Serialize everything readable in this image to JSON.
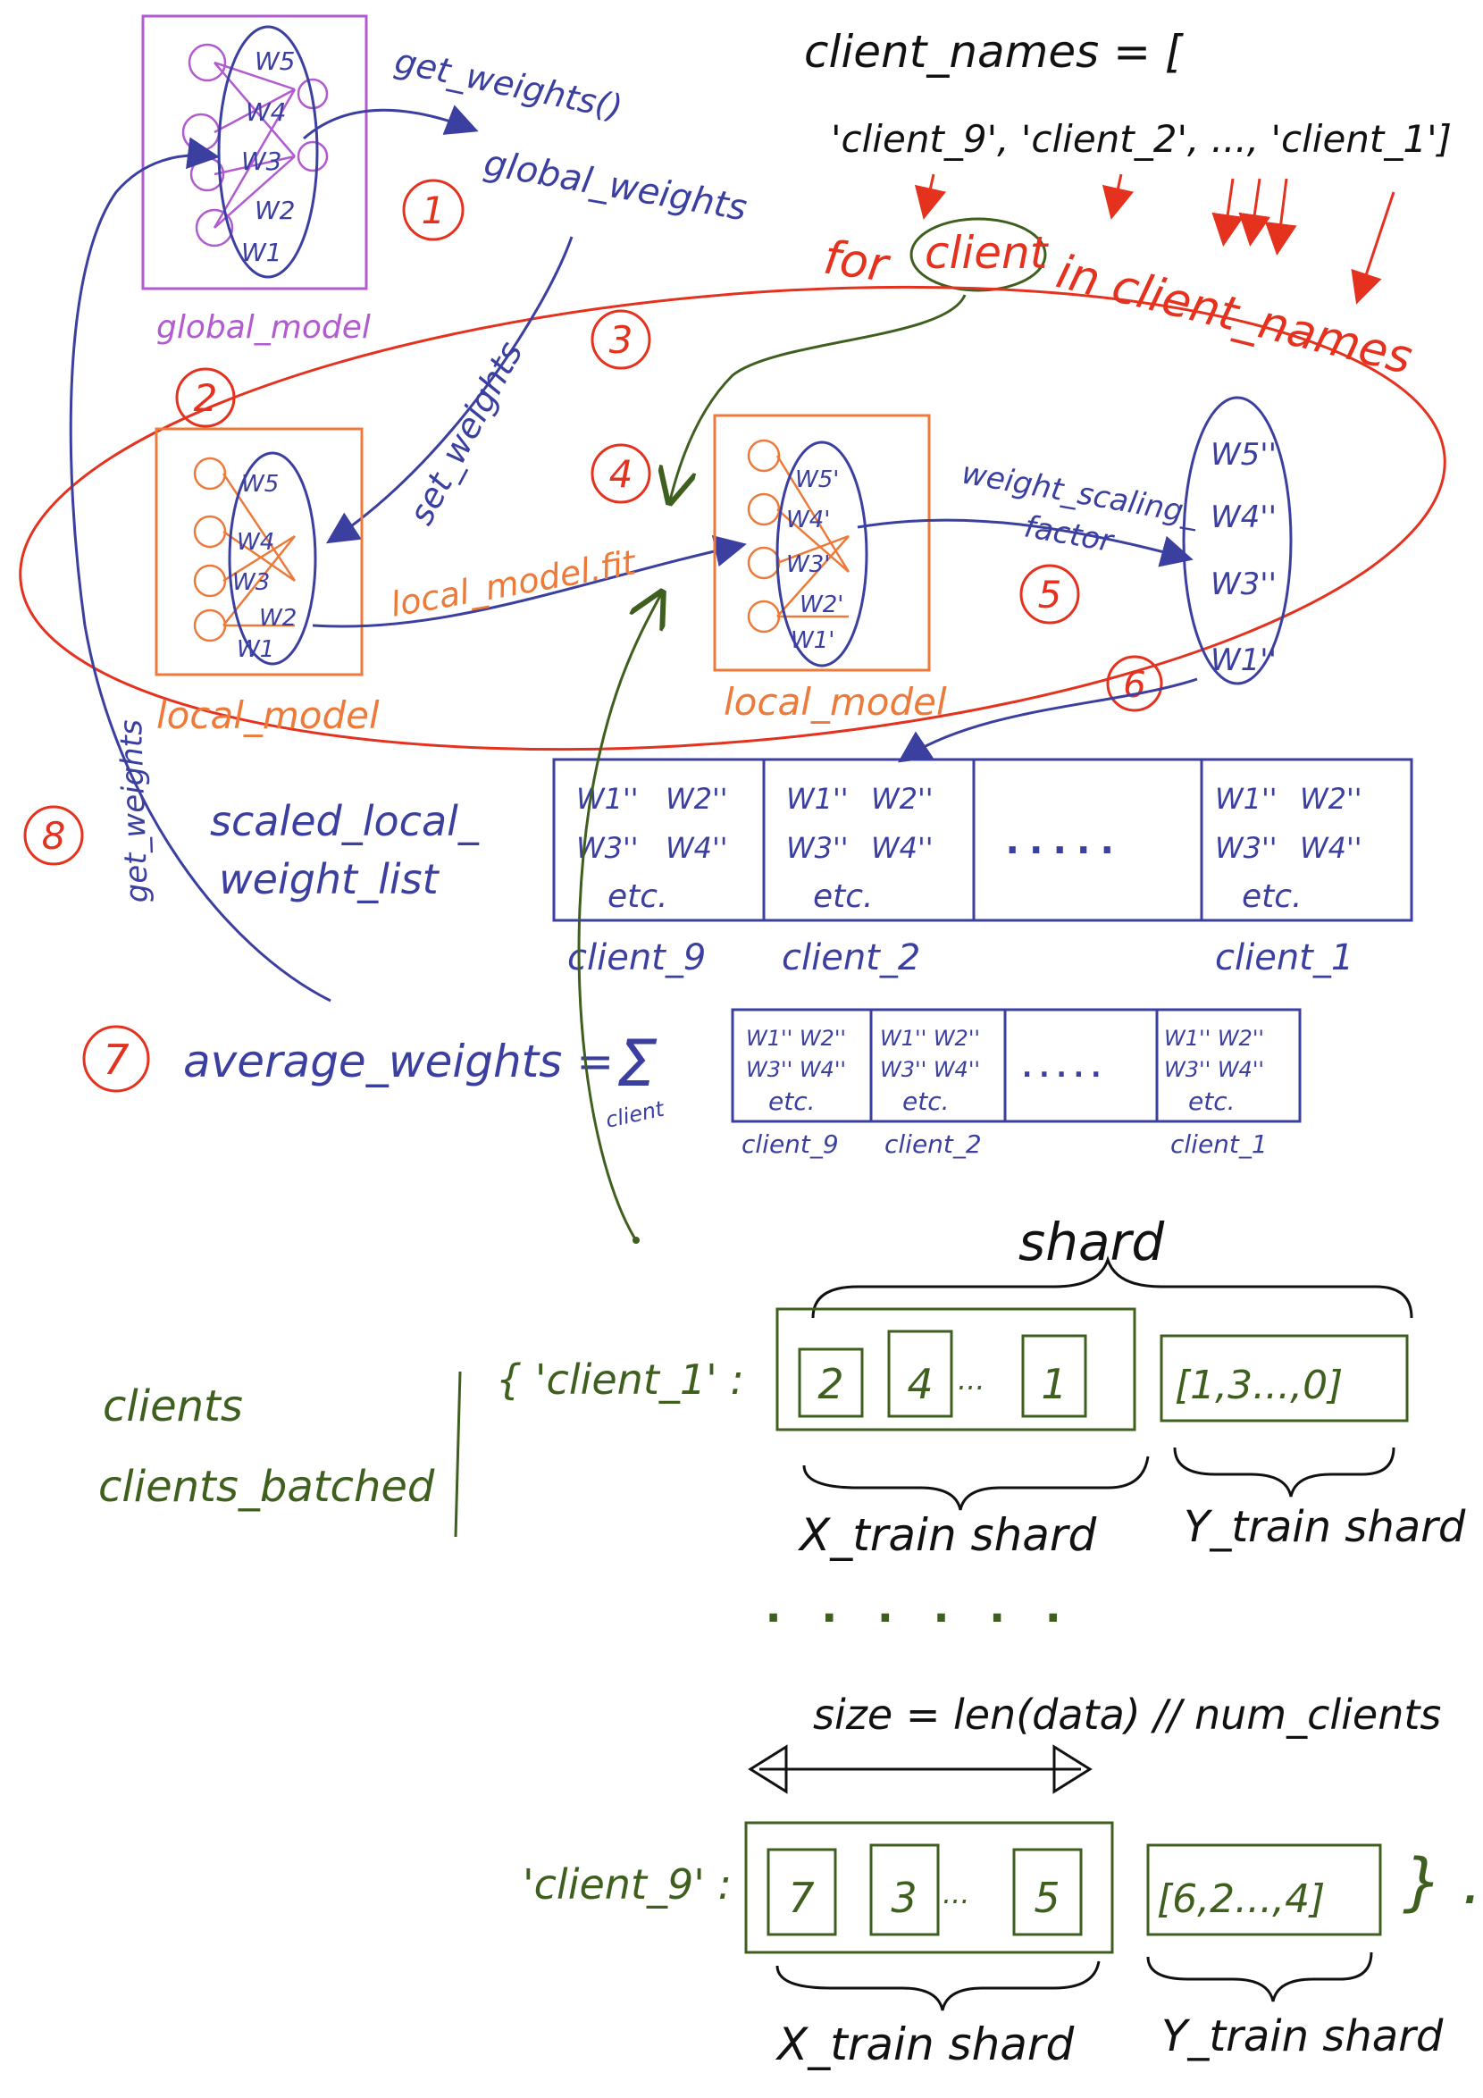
{
  "colors": {
    "blue": "#3b3fa0",
    "red": "#e4321f",
    "orange": "#ec7a3a",
    "purple": "#b25ad0",
    "green": "#3f5f1f",
    "black": "#111111"
  },
  "top": {
    "client_names_line1": "client_names = [",
    "client_names_line2": "'client_9', 'client_2', ..., 'client_1']",
    "for_loop": "for client in client_names",
    "for_kw": "for",
    "client_word": "client",
    "in_client_names": "in client_names"
  },
  "global": {
    "label": "global_model",
    "w5": "W5",
    "w4": "W4",
    "w3": "W3",
    "w2": "W2",
    "w1": "W1",
    "get_weights_call": "get_weights()",
    "global_weights": "global_weights"
  },
  "steps": {
    "s1": "1",
    "s2": "2",
    "s3": "3",
    "s4": "4",
    "s5": "5",
    "s6": "6",
    "s7": "7",
    "s8": "8"
  },
  "local_left": {
    "label": "local_model",
    "w5": "W5",
    "w4": "W4",
    "w3": "W3",
    "w2": "W2",
    "w1": "W1"
  },
  "local_right": {
    "label": "local_model",
    "w5": "W5'",
    "w4": "W4'",
    "w3": "W3'",
    "w2": "W2'",
    "w1": "W1'"
  },
  "set_weights": "set_weights",
  "fit": "local_model.fit",
  "scaling": {
    "line1": "weight_scaling_",
    "line2": "factor",
    "w5": "W5''",
    "w4": "W4''",
    "w3": "W3''",
    "w1": "W1''"
  },
  "scaled_list": {
    "label_line1": "scaled_local_",
    "label_line2": "weight_list",
    "cells": [
      {
        "r1a": "W1''",
        "r1b": "W2''",
        "r2a": "W3''",
        "r2b": "W4''",
        "r3": "etc.",
        "client": "client_9"
      },
      {
        "r1a": "W1''",
        "r1b": "W2''",
        "r2a": "W3''",
        "r2b": "W4''",
        "r3": "etc.",
        "client": "client_2"
      },
      {
        "dots": "....."
      },
      {
        "r1a": "W1''",
        "r1b": "W2''",
        "r2a": "W3''",
        "r2b": "W4''",
        "r3": "etc.",
        "client": "client_1"
      }
    ]
  },
  "average": {
    "text": "average_weights =",
    "sum_sub": "client",
    "cells": [
      {
        "r1": "W1'' W2''",
        "r2": "W3'' W4''",
        "r3": "etc.",
        "client": "client_9"
      },
      {
        "r1": "W1'' W2''",
        "r2": "W3'' W4''",
        "r3": "etc.",
        "client": "client_2"
      },
      {
        "dots": "....."
      },
      {
        "r1": "W1'' W2''",
        "r2": "W3'' W4''",
        "r3": "etc.",
        "client": "client_1"
      }
    ]
  },
  "get_weights_side": "get_weights",
  "bottom": {
    "shard": "shard",
    "clients": "clients",
    "clients_batched": "clients_batched",
    "client1_key": "{ 'client_1' :",
    "client1_x": [
      "2",
      "4",
      "...",
      "1"
    ],
    "client1_y": "[1,3...,0]",
    "x_train_shard": "X_train shard",
    "y_train_shard": "Y_train shard",
    "mid_dots": ". . . . . .",
    "size_text": "size = len(data) // num_clients",
    "client9_key": "'client_9' :",
    "client9_x": [
      "7",
      "3",
      "...",
      "5"
    ],
    "client9_y": "[6,2...,4]",
    "closing": "} ."
  }
}
